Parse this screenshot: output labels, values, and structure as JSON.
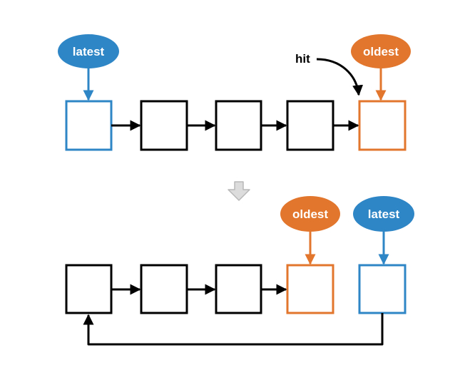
{
  "labels": {
    "top_latest": "latest",
    "top_oldest": "oldest",
    "hit": "hit",
    "bottom_oldest": "oldest",
    "bottom_latest": "latest"
  },
  "colors": {
    "blue": "#2f86c6",
    "orange": "#e2762c",
    "black": "#000000",
    "gray_arrow": "#c8c8c8"
  },
  "icons": {
    "transition": "down-arrow-icon"
  }
}
